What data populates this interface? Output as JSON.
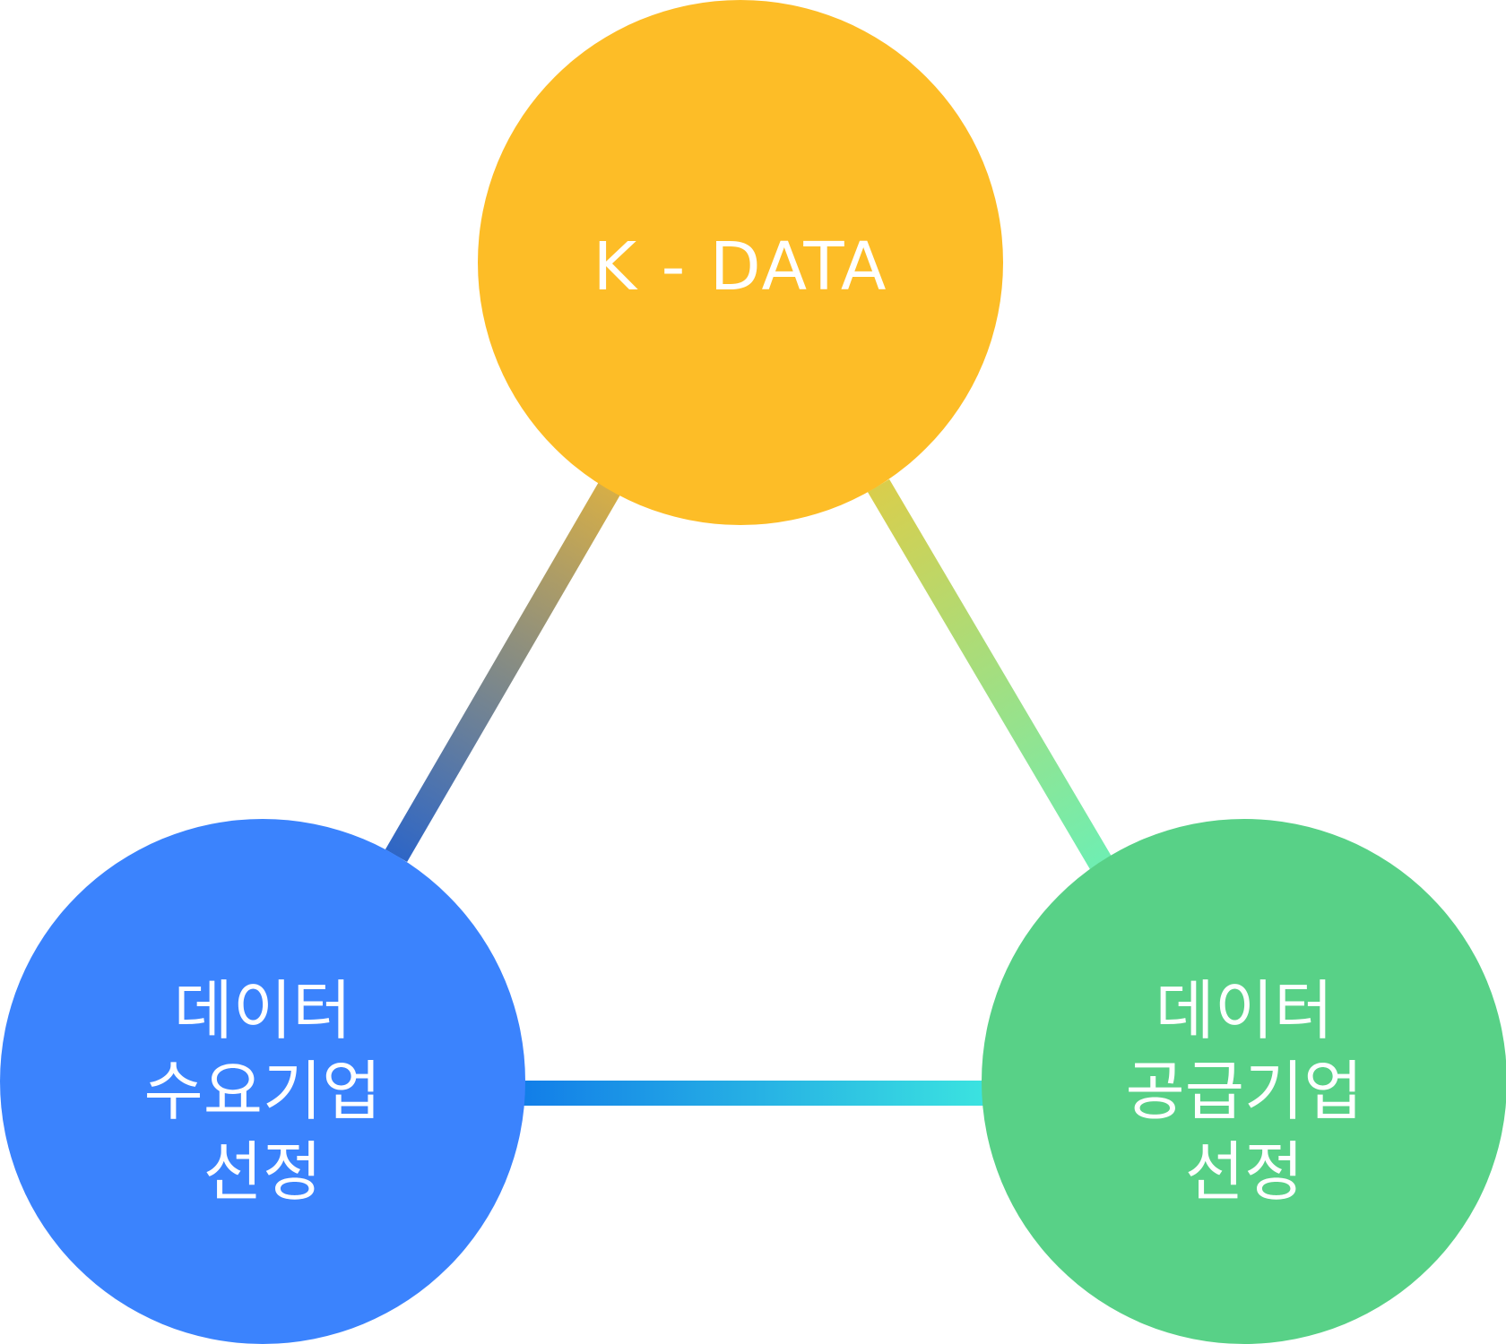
{
  "nodes": {
    "top": {
      "label": "K - DATA",
      "color": "#FDBD27"
    },
    "left": {
      "label": "데이터\n수요기업\n선정",
      "color": "#3B83FD"
    },
    "right": {
      "label": "데이터\n공급기업\n선정",
      "color": "#58D187"
    }
  },
  "connectors": {
    "top_left": {
      "from_color": "#D6AE47",
      "to_color": "#2E66C6"
    },
    "top_right": {
      "from_color": "#D9CE4C",
      "to_color": "#6FEEB2"
    },
    "bottom": {
      "from_color": "#127EE8",
      "to_color": "#3BE3E0"
    }
  }
}
